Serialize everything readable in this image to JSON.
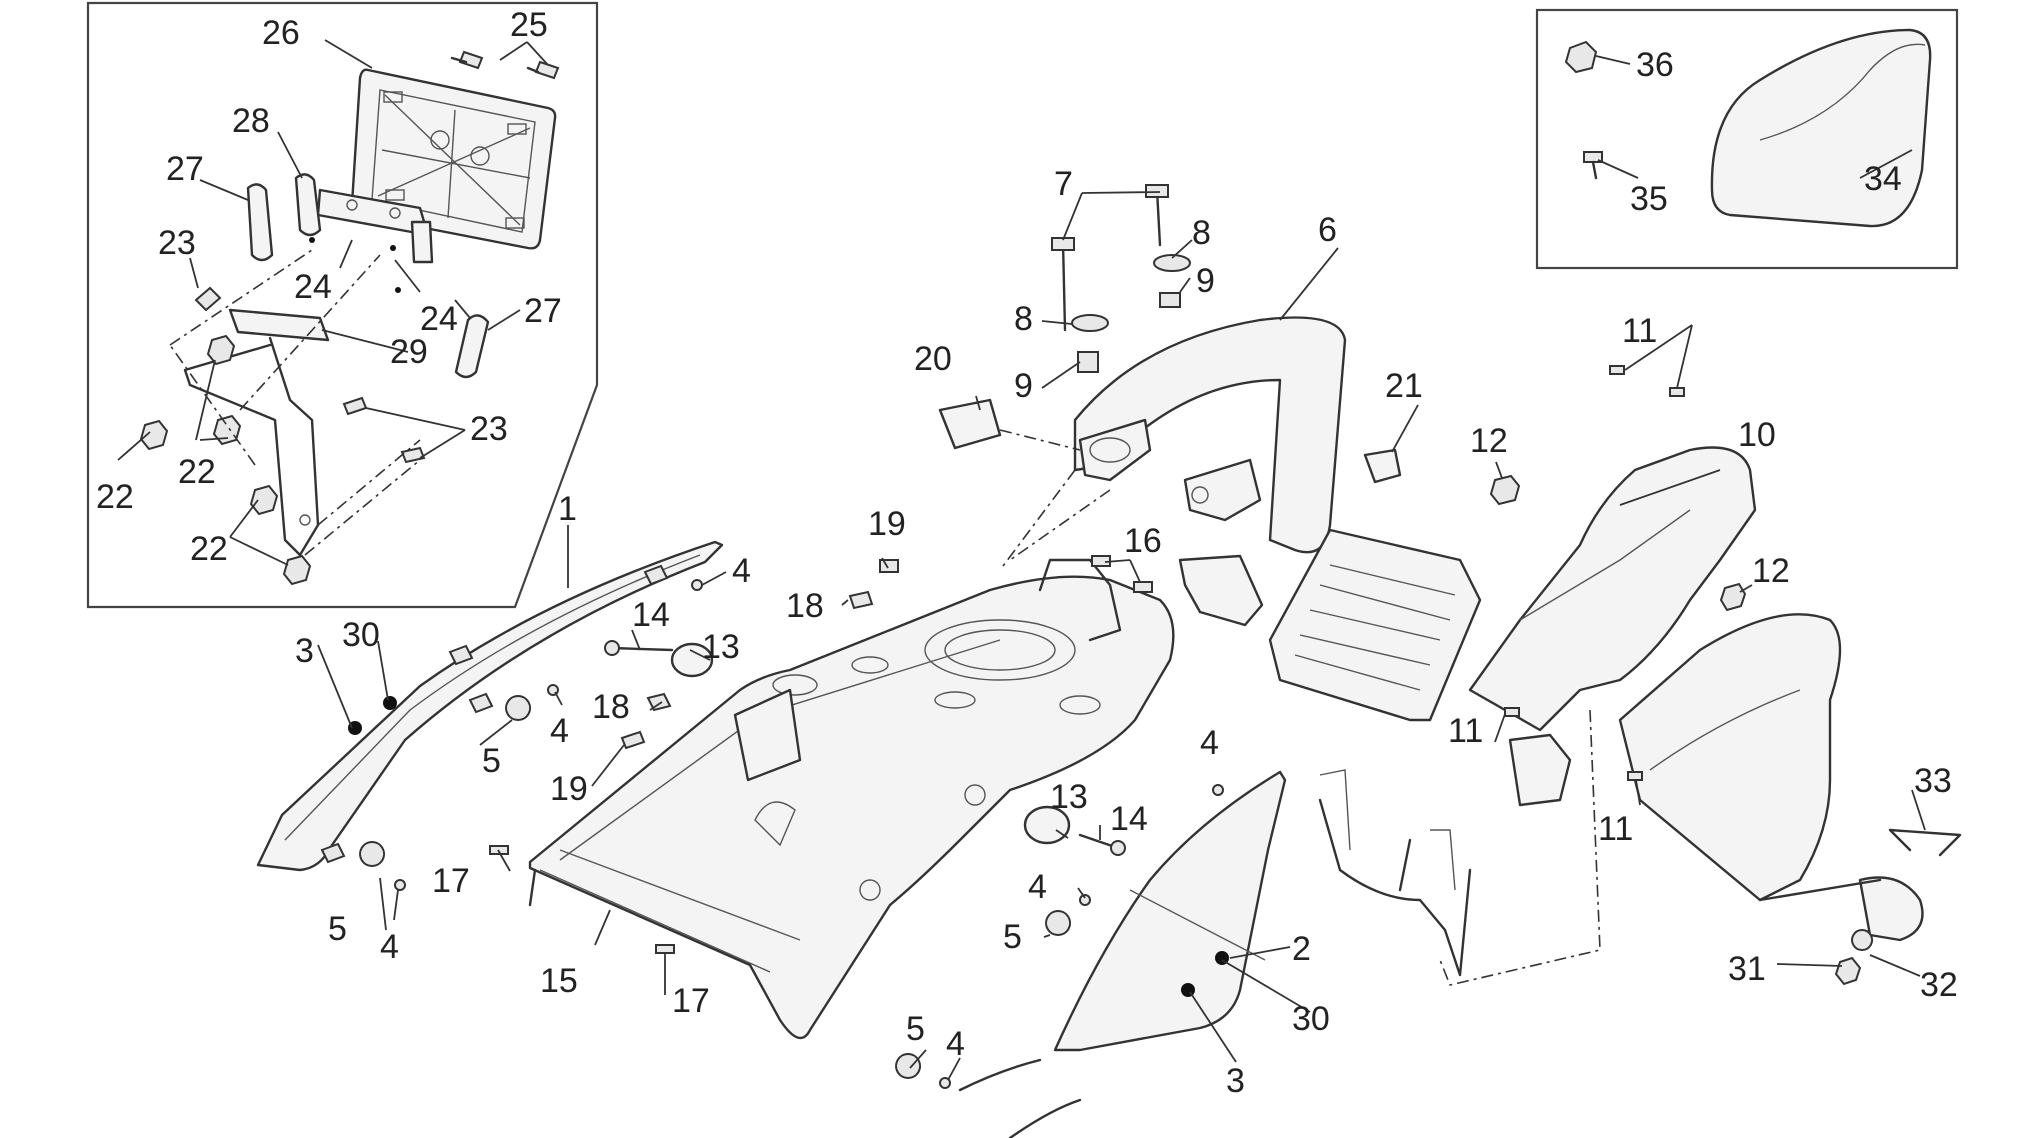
{
  "diagram": {
    "labels": [
      {
        "id": "1",
        "text": "1"
      },
      {
        "id": "2",
        "text": "2"
      },
      {
        "id": "3a",
        "text": "3"
      },
      {
        "id": "3b",
        "text": "3"
      },
      {
        "id": "4a",
        "text": "4"
      },
      {
        "id": "4b",
        "text": "4"
      },
      {
        "id": "4c",
        "text": "4"
      },
      {
        "id": "4d",
        "text": "4"
      },
      {
        "id": "4e",
        "text": "4"
      },
      {
        "id": "4f",
        "text": "4"
      },
      {
        "id": "5a",
        "text": "5"
      },
      {
        "id": "5b",
        "text": "5"
      },
      {
        "id": "5c",
        "text": "5"
      },
      {
        "id": "5d",
        "text": "5"
      },
      {
        "id": "6",
        "text": "6"
      },
      {
        "id": "7",
        "text": "7"
      },
      {
        "id": "8a",
        "text": "8"
      },
      {
        "id": "8b",
        "text": "8"
      },
      {
        "id": "9a",
        "text": "9"
      },
      {
        "id": "9b",
        "text": "9"
      },
      {
        "id": "10",
        "text": "10"
      },
      {
        "id": "11a",
        "text": "11"
      },
      {
        "id": "11b",
        "text": "11"
      },
      {
        "id": "11c",
        "text": "11"
      },
      {
        "id": "12a",
        "text": "12"
      },
      {
        "id": "12b",
        "text": "12"
      },
      {
        "id": "13a",
        "text": "13"
      },
      {
        "id": "13b",
        "text": "13"
      },
      {
        "id": "14a",
        "text": "14"
      },
      {
        "id": "14b",
        "text": "14"
      },
      {
        "id": "15",
        "text": "15"
      },
      {
        "id": "16",
        "text": "16"
      },
      {
        "id": "17a",
        "text": "17"
      },
      {
        "id": "17b",
        "text": "17"
      },
      {
        "id": "18a",
        "text": "18"
      },
      {
        "id": "18b",
        "text": "18"
      },
      {
        "id": "19a",
        "text": "19"
      },
      {
        "id": "19b",
        "text": "19"
      },
      {
        "id": "20",
        "text": "20"
      },
      {
        "id": "21",
        "text": "21"
      },
      {
        "id": "22a",
        "text": "22"
      },
      {
        "id": "22b",
        "text": "22"
      },
      {
        "id": "22c",
        "text": "22"
      },
      {
        "id": "23a",
        "text": "23"
      },
      {
        "id": "23b",
        "text": "23"
      },
      {
        "id": "24a",
        "text": "24"
      },
      {
        "id": "24b",
        "text": "24"
      },
      {
        "id": "25",
        "text": "25"
      },
      {
        "id": "26",
        "text": "26"
      },
      {
        "id": "27a",
        "text": "27"
      },
      {
        "id": "27b",
        "text": "27"
      },
      {
        "id": "28",
        "text": "28"
      },
      {
        "id": "29",
        "text": "29"
      },
      {
        "id": "30a",
        "text": "30"
      },
      {
        "id": "30b",
        "text": "30"
      },
      {
        "id": "31",
        "text": "31"
      },
      {
        "id": "32",
        "text": "32"
      },
      {
        "id": "33",
        "text": "33"
      },
      {
        "id": "34",
        "text": "34"
      },
      {
        "id": "35",
        "text": "35"
      },
      {
        "id": "36",
        "text": "36"
      }
    ]
  }
}
